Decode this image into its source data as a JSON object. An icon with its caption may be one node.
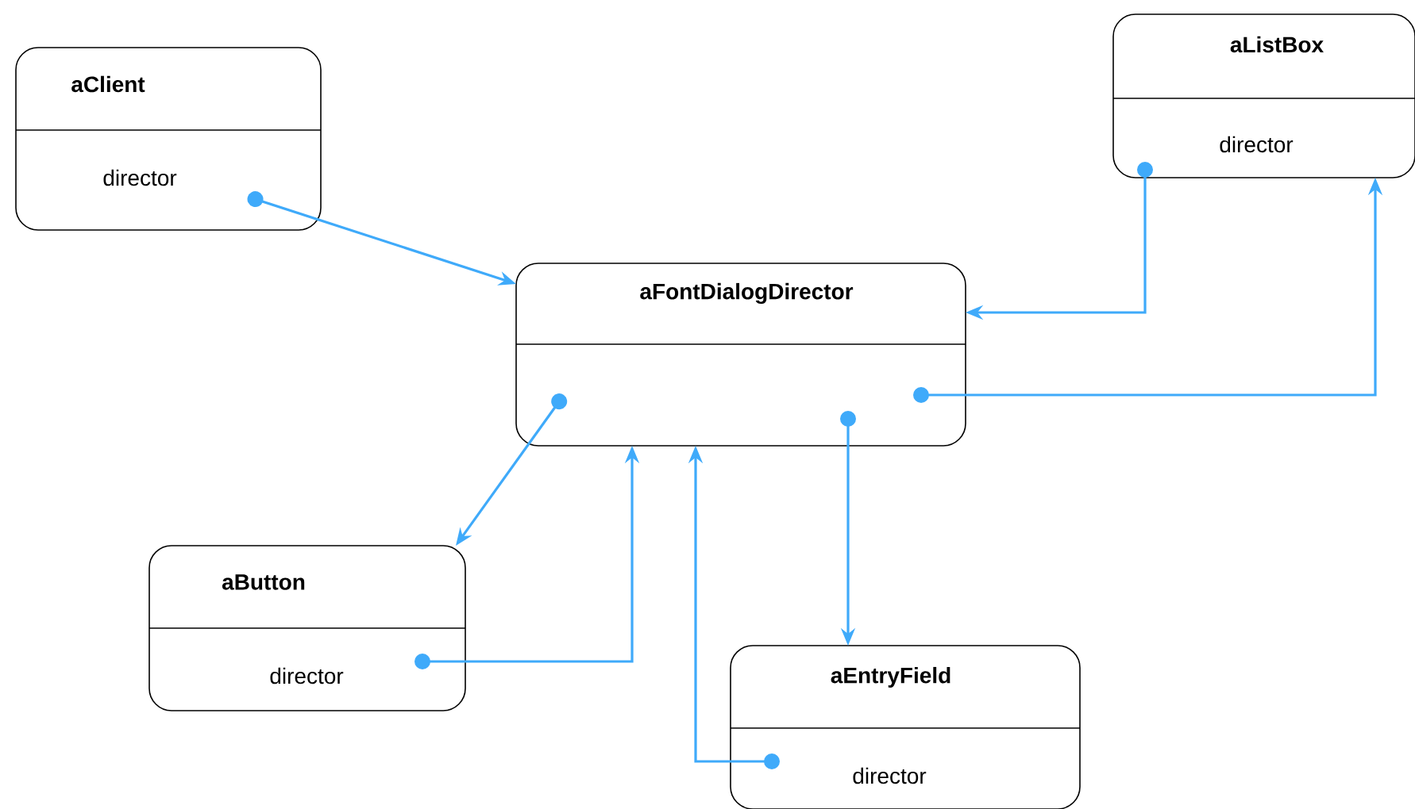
{
  "diagram": {
    "nodes": [
      {
        "text": [
          "aClient",
          "director"
        ]
      },
      {
        "text": [
          "aListBox",
          "director"
        ]
      },
      {
        "text": [
          "aFontDialogDirector"
        ]
      },
      {
        "text": [
          "aButton",
          "director"
        ]
      },
      {
        "text": [
          "aEntryField",
          "director"
        ]
      }
    ],
    "edges": [
      {
        "from": 0,
        "to": 2,
        "arrow": "to"
      },
      {
        "from": 1,
        "to": 2,
        "arrow": "to"
      },
      {
        "from": 2,
        "to": 1,
        "arrow": "to"
      },
      {
        "from": 2,
        "to": 3,
        "arrow": "to"
      },
      {
        "from": 3,
        "to": 2,
        "arrow": "to"
      },
      {
        "from": 2,
        "to": 4,
        "arrow": "to"
      },
      {
        "from": 4,
        "to": 2,
        "arrow": "to"
      }
    ]
  }
}
